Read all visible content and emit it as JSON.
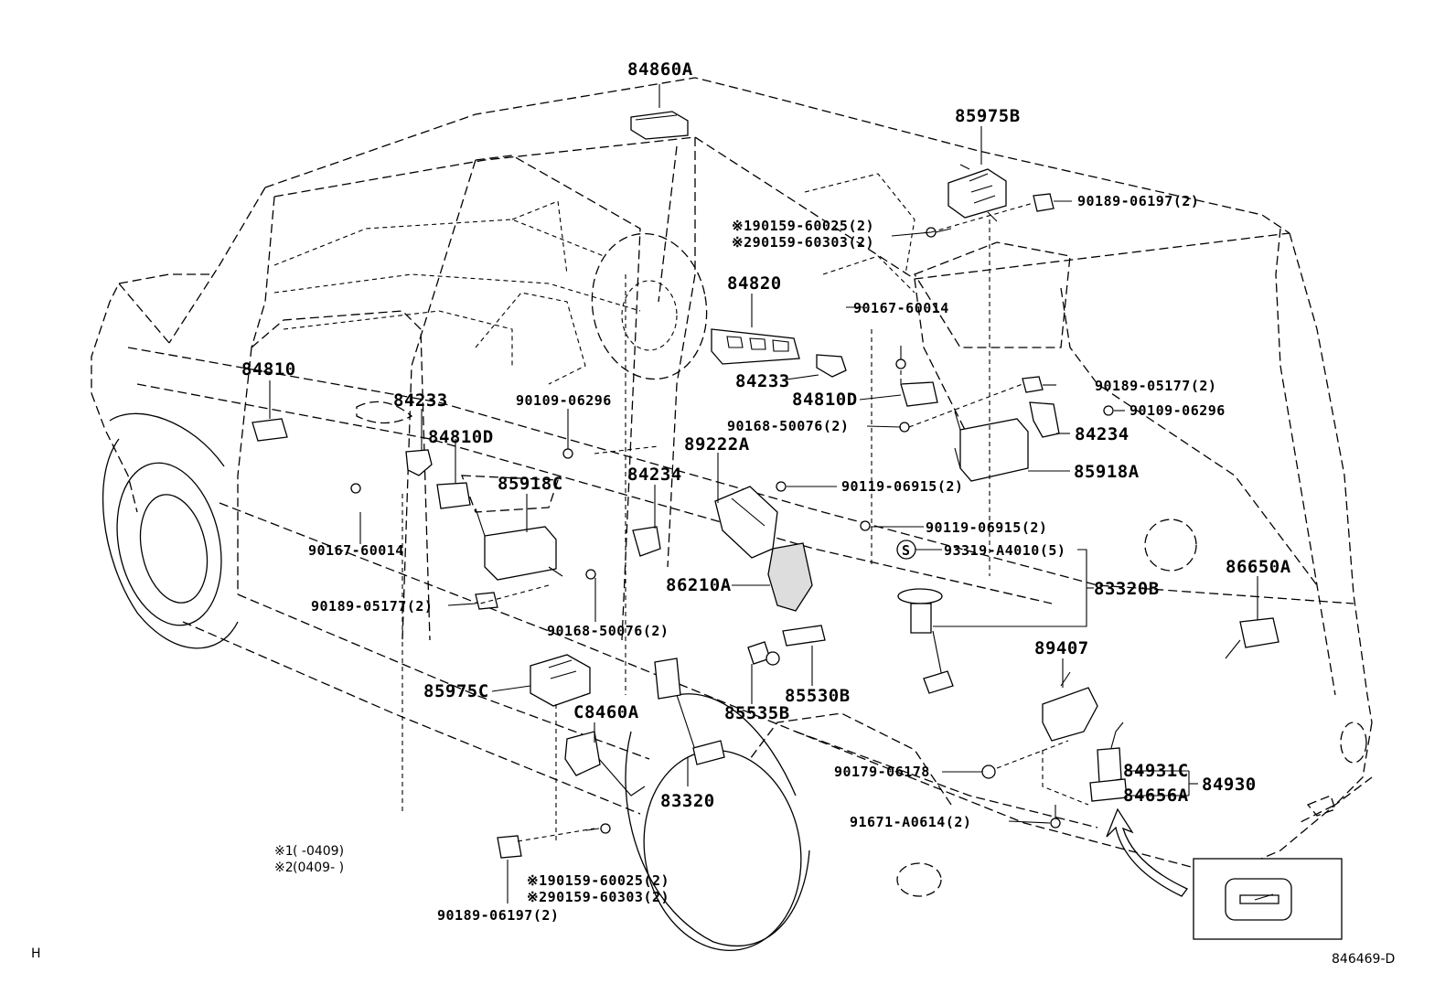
{
  "diagram_id": "846469-D",
  "corner_mark": "H",
  "notes": [
    {
      "symbol": "※1",
      "text": "(      -0409)"
    },
    {
      "symbol": "※2",
      "text": "(0409-       )"
    }
  ],
  "labels": {
    "p84860A": "84860A",
    "p85975B": "85975B",
    "p90189_06197_top": "90189-06197(2)",
    "p90159_60025_top": "※190159-60025(2)",
    "p90159_60303_top": "※290159-60303(2)",
    "p84820": "84820",
    "p90167_60014_r": "90167-60014",
    "p84233_r": "84233",
    "p84810D_r": "84810D",
    "p90189_05177_r": "90189-05177(2)",
    "p90109_06296_r": "90109-06296",
    "p84234_r": "84234",
    "p90168_50076_r": "90168-50076(2)",
    "p85918A": "85918A",
    "p84810": "84810",
    "p84233_l": "84233",
    "p90109_06296_l": "90109-06296",
    "p84810D_l": "84810D",
    "p89222A": "89222A",
    "p85918C": "85918C",
    "p84234_l": "84234",
    "p90119_06915_a": "90119-06915(2)",
    "p90119_06915_b": "90119-06915(2)",
    "p93319": "93319-A4010(5)",
    "p90167_60014_l": "90167-60014",
    "p86210A": "86210A",
    "p83320B": "83320B",
    "p86650A": "86650A",
    "p90189_05177_l": "90189-05177(2)",
    "p90168_50076_l": "90168-50076(2)",
    "p89407": "89407",
    "p85975C": "85975C",
    "p85530B": "85530B",
    "pC8460A": "C8460A",
    "p85535B": "85535B",
    "p90179_06178": "90179-06178",
    "p84931C": "84931C",
    "p84656A": "84656A",
    "p84930": "84930",
    "p83320": "83320",
    "p91671": "91671-A0614(2)",
    "p90159_60025_bot": "※190159-60025(2)",
    "p90159_60303_bot": "※290159-60303(2)",
    "p90189_06197_bot": "90189-06197(2)"
  },
  "icons": [
    "screw-icon",
    "clip-icon",
    "switch-icon",
    "sensor-icon",
    "s-circle-icon",
    "back-door-switch-icon"
  ]
}
